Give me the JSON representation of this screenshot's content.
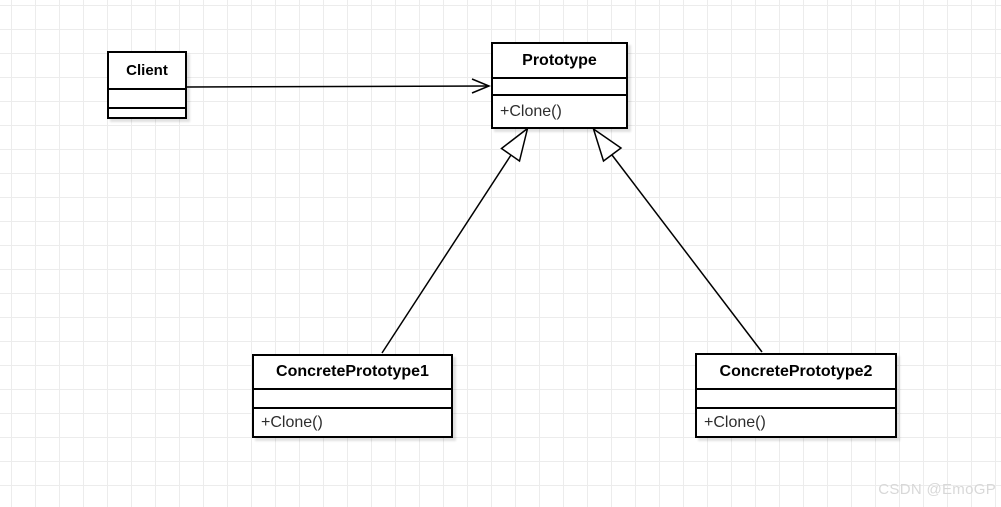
{
  "diagram": {
    "pattern": "Prototype",
    "classes": {
      "client": {
        "name": "Client",
        "attributes": "",
        "methods": ""
      },
      "prototype": {
        "name": "Prototype",
        "attributes": "",
        "method": "+Clone()"
      },
      "concrete1": {
        "name": "ConcretePrototype1",
        "attributes": "",
        "method": "+Clone()"
      },
      "concrete2": {
        "name": "ConcretePrototype2",
        "attributes": "",
        "method": "+Clone()"
      }
    },
    "relations": [
      {
        "type": "association",
        "from": "Client",
        "to": "Prototype",
        "arrowhead": "open-arrow"
      },
      {
        "type": "generalization",
        "from": "ConcretePrototype1",
        "to": "Prototype",
        "arrowhead": "hollow-triangle"
      },
      {
        "type": "generalization",
        "from": "ConcretePrototype2",
        "to": "Prototype",
        "arrowhead": "hollow-triangle"
      }
    ],
    "colors": {
      "background": "#ffffff",
      "grid_line": "#ececec",
      "node_border": "#000000",
      "node_fill": "#ffffff",
      "title_text": "#000000",
      "method_text": "#2e2e2e",
      "watermark_text": "#d8d8d8"
    },
    "watermark": "CSDN @EmoGP"
  }
}
